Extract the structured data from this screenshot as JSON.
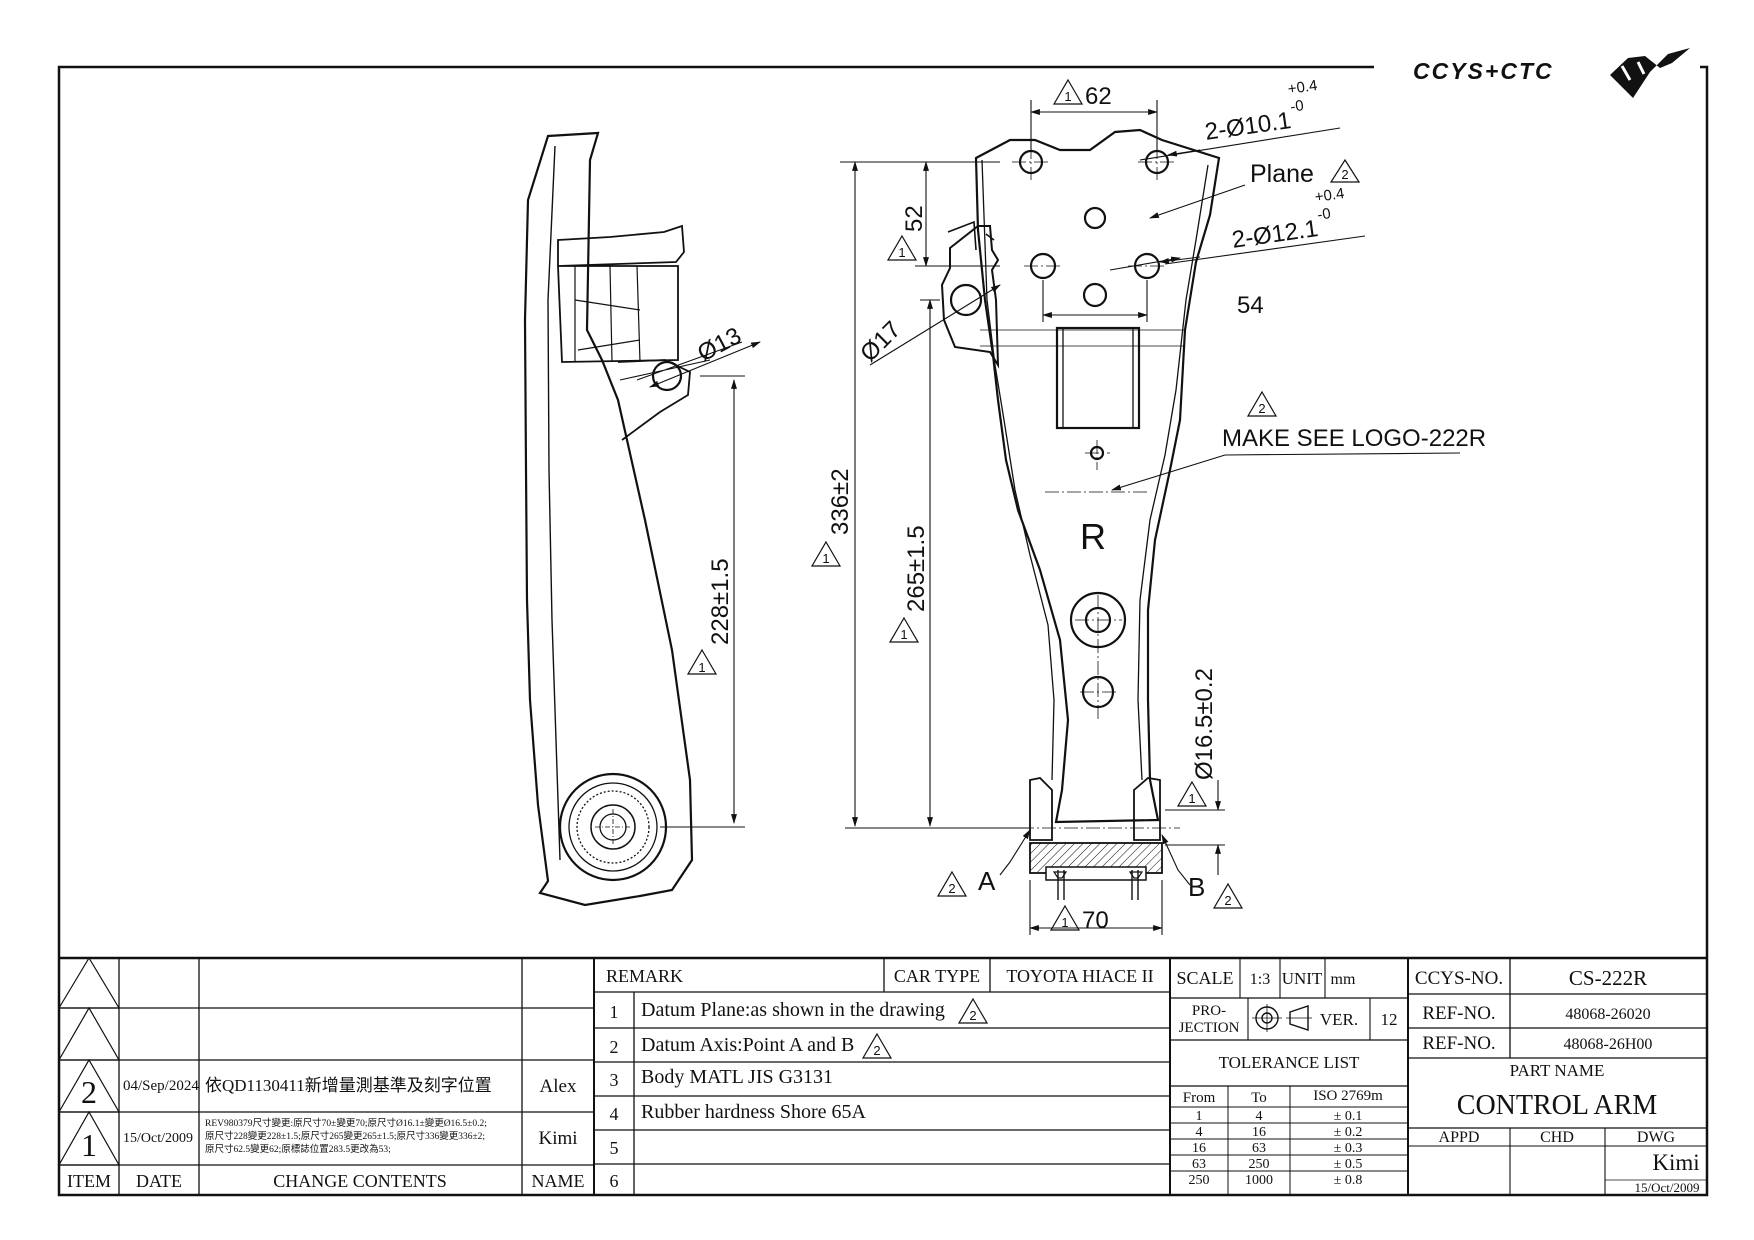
{
  "logo": {
    "text": "CCYS+CTC"
  },
  "drawing": {
    "side_view": {
      "dia_hole": "Ø13",
      "length": "228±1.5",
      "rev_mark": "1"
    },
    "front_view": {
      "top_width": "62",
      "top_holes": "2-Ø10.1",
      "top_holes_tol_upper": "+0.4",
      "top_holes_tol_lower": "-0",
      "plane_label": "Plane",
      "plane_rev": "2",
      "mid_holes": "2-Ø12.1",
      "mid_holes_tol_upper": "+0.4",
      "mid_holes_tol_lower": "-0",
      "mid_spacing": "54",
      "bracket_height": "52",
      "bracket_rev": "1",
      "pivot_dia": "Ø17",
      "overall_length": "336±2",
      "overall_rev": "1",
      "pivot_length": "265±1.5",
      "pivot_rev": "1",
      "logo_note": "MAKE SEE LOGO-222R",
      "logo_note_rev": "2",
      "side_mark": "R",
      "bush_dia": "Ø16.5±0.2",
      "bush_rev": "1",
      "point_a": "A",
      "point_a_rev": "2",
      "point_b": "B",
      "point_b_rev": "2",
      "bush_width": "70",
      "bush_width_rev": "1"
    }
  },
  "revisions": {
    "rows": [
      {
        "item": "",
        "date": "",
        "change": "",
        "name": ""
      },
      {
        "item": "",
        "date": "",
        "change": "",
        "name": ""
      },
      {
        "item": "2",
        "date": "04/Sep/2024",
        "change": "依QD1130411新增量測基準及刻字位置",
        "name": "Alex"
      },
      {
        "item": "1",
        "date": "15/Oct/2009",
        "change_lines": [
          "REV980379尺寸變更:原尺寸70±變更70;原尺寸Ø16.1±變更Ø16.5±0.2;",
          "原尺寸228變更228±1.5;原尺寸265變更265±1.5;原尺寸336變更336±2;",
          "原尺寸62.5變更62;原標誌位置283.5更改為53;"
        ],
        "name": "Kimi"
      }
    ],
    "headers": {
      "item": "ITEM",
      "date": "DATE",
      "change": "CHANGE CONTENTS",
      "name": "NAME"
    }
  },
  "remarks": {
    "title": "REMARK",
    "car_type_label": "CAR TYPE",
    "car_type": "TOYOTA HIACE II",
    "items": [
      {
        "no": "1",
        "text": "Datum Plane:as shown in the drawing",
        "rev": "2"
      },
      {
        "no": "2",
        "text": "Datum Axis:Point A and B",
        "rev": "2"
      },
      {
        "no": "3",
        "text": "Body MATL JIS G3131",
        "rev": ""
      },
      {
        "no": "4",
        "text": "Rubber hardness Shore 65A",
        "rev": ""
      },
      {
        "no": "5",
        "text": "",
        "rev": ""
      },
      {
        "no": "6",
        "text": "",
        "rev": ""
      }
    ]
  },
  "spec": {
    "scale_label": "SCALE",
    "scale": "1:3",
    "unit_label": "UNIT",
    "unit": "mm",
    "projection_label_1": "PRO-",
    "projection_label_2": "JECTION",
    "ver_label": "VER.",
    "ver": "12",
    "tolerance_title": "TOLERANCE LIST",
    "tolerance_headers": {
      "from": "From",
      "to": "To",
      "iso": "ISO 2769m"
    },
    "tolerance_rows": [
      {
        "from": "1",
        "to": "4",
        "tol": "± 0.1"
      },
      {
        "from": "4",
        "to": "16",
        "tol": "± 0.2"
      },
      {
        "from": "16",
        "to": "63",
        "tol": "± 0.3"
      },
      {
        "from": "63",
        "to": "250",
        "tol": "± 0.5"
      },
      {
        "from": "250",
        "to": "1000",
        "tol": "± 0.8"
      }
    ]
  },
  "title_block": {
    "ccys_no_label": "CCYS-NO.",
    "ccys_no": "CS-222R",
    "ref_no_label": "REF-NO.",
    "ref_no_1": "48068-26020",
    "ref_no_2": "48068-26H00",
    "part_name_label": "PART NAME",
    "part_name": "CONTROL ARM",
    "appd_label": "APPD",
    "chd_label": "CHD",
    "dwg_label": "DWG",
    "dwg_by": "Kimi",
    "dwg_date": "15/Oct/2009"
  }
}
